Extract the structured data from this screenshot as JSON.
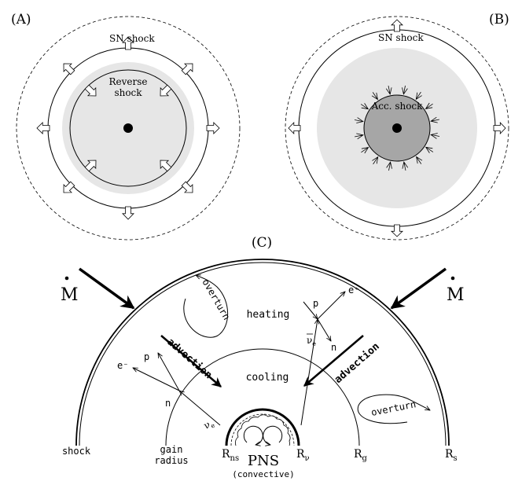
{
  "panel_a": {
    "tag": "(A)",
    "sn_shock_label": "SN shock",
    "reverse_shock_label_1": "Reverse",
    "reverse_shock_label_2": "shock"
  },
  "panel_b": {
    "tag": "(B)",
    "sn_shock_label": "SN shock",
    "acc_shock_label": "Acc. shock"
  },
  "panel_c": {
    "tag": "(C)",
    "mdot_left": "M",
    "mdot_right": "M",
    "heating": "heating",
    "cooling": "cooling",
    "overturn_top": "overturn",
    "overturn_right": "overturn",
    "advection_left": "advection",
    "advection_right": "advection",
    "p_left": "p",
    "n_left": "n",
    "e_minus": "e⁻",
    "nu_e_left": "ν",
    "nu_e_left_sub": "e",
    "p_right": "p",
    "n_right": "n",
    "e_plus": "e⁺",
    "nubar_e_right": "ν",
    "nubar_e_right_sub": "e",
    "bottom_labels": {
      "shock": "shock",
      "gain_1": "gain",
      "gain_2": "radius",
      "r_ns": "R",
      "r_ns_sub": "ns",
      "pns": "PNS",
      "convective": "(convective)",
      "r_nu": "R",
      "r_nu_sub": "ν",
      "r_g": "R",
      "r_g_sub": "g",
      "r_s": "R",
      "r_s_sub": "s"
    }
  },
  "colors": {
    "light_gray": "#e6e6e6",
    "dark_gray": "#a6a6a6",
    "line": "#000000",
    "arrow_fill": "#ffffff"
  }
}
